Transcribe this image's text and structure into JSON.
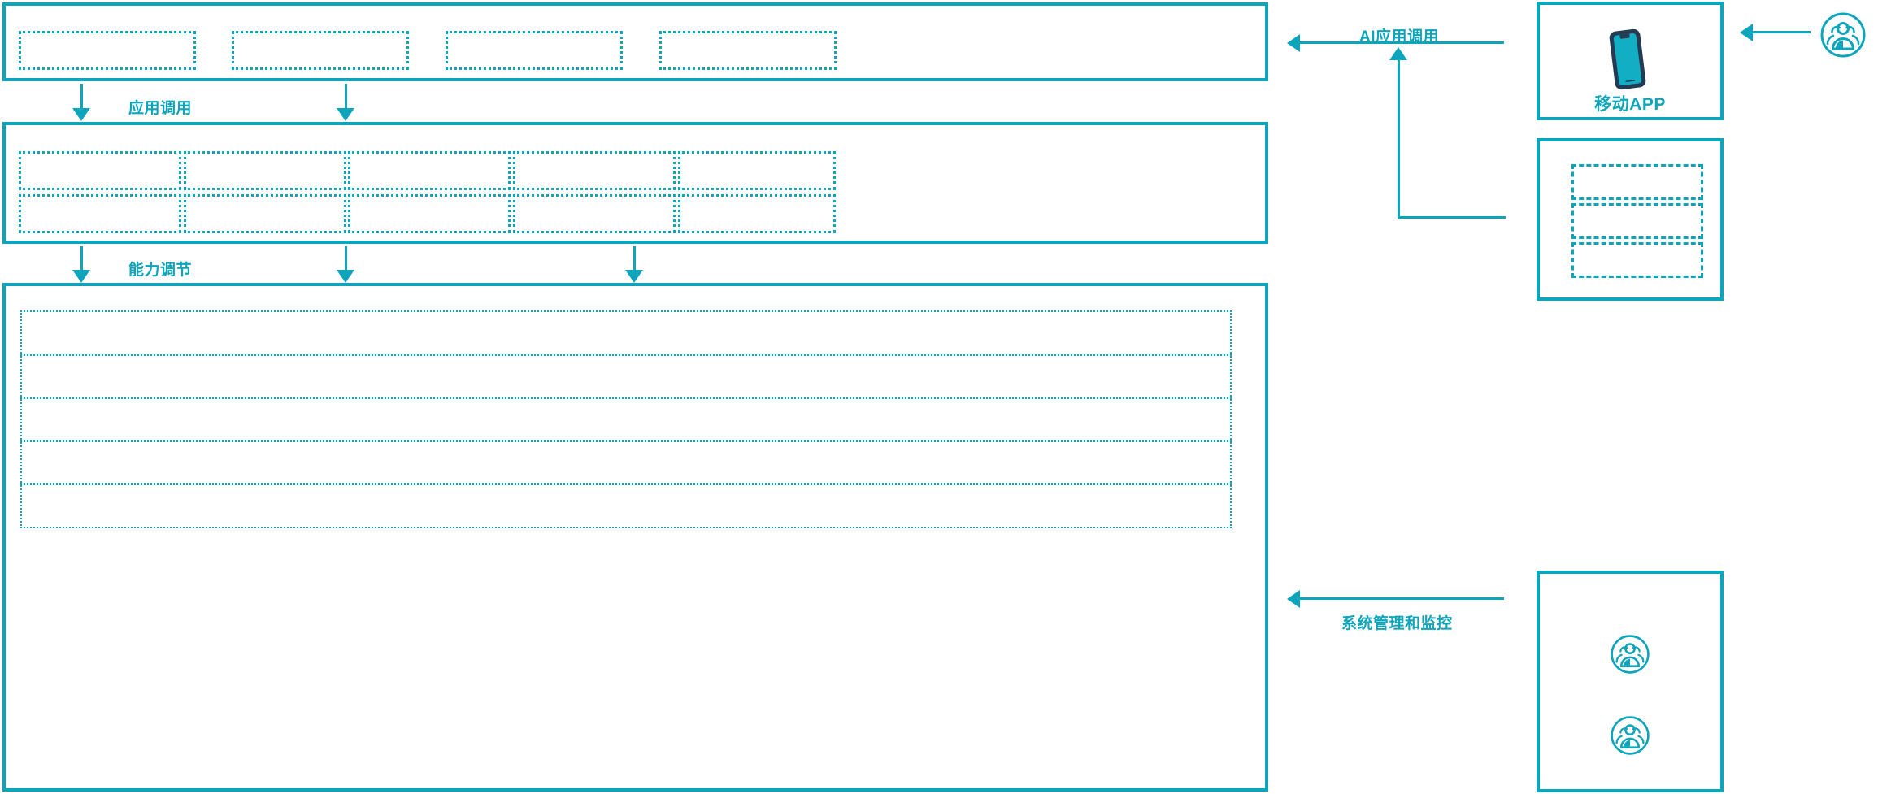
{
  "meta": {
    "title": "AI 能力平台架构图",
    "accent_color": "#0DA5BC",
    "phone_frame_color": "#243B53",
    "background": "#ffffff"
  },
  "labels": {
    "app_call": "应用调用",
    "capability_adjust": "能力调节",
    "ai_app_call": "AI应用调用",
    "system_mgmt_monitor": "系统管理和监控"
  },
  "panels": {
    "application_layer": {
      "name": "application-layer-panel",
      "slots": [
        "",
        "",
        "",
        ""
      ]
    },
    "capability_layer": {
      "name": "capability-layer-panel",
      "columns": 5,
      "rows": 2,
      "slots": [
        "",
        "",
        "",
        "",
        "",
        "",
        "",
        "",
        "",
        ""
      ]
    },
    "infrastructure_layer": {
      "name": "infrastructure-layer-panel",
      "rows": [
        "",
        "",
        "",
        "",
        ""
      ]
    }
  },
  "right_column": {
    "mobile_app_card": {
      "name": "mobile-app-card",
      "caption": "移动APP",
      "icon": "smartphone-icon"
    },
    "channel_card": {
      "name": "channel-card",
      "slots": [
        "",
        "",
        ""
      ]
    },
    "operations_card": {
      "name": "operations-card",
      "icons": [
        "user-group-icon",
        "user-group-icon"
      ]
    }
  },
  "actors": {
    "external_user": {
      "name": "external-user-icon",
      "icon": "user-group-icon"
    }
  },
  "connectors": [
    {
      "name": "app-call-arrow-1",
      "direction": "down",
      "label_ref": "app_call"
    },
    {
      "name": "app-call-arrow-2",
      "direction": "down",
      "label_ref": ""
    },
    {
      "name": "capability-arrow-1",
      "direction": "down",
      "label_ref": "capability_adjust"
    },
    {
      "name": "capability-arrow-2",
      "direction": "down",
      "label_ref": ""
    },
    {
      "name": "capability-arrow-3",
      "direction": "down",
      "label_ref": ""
    },
    {
      "name": "ai-app-call-arrow",
      "direction": "left",
      "label_ref": "ai_app_call"
    },
    {
      "name": "ai-app-return-arrow",
      "direction": "up",
      "label_ref": ""
    },
    {
      "name": "user-to-mobile-arrow",
      "direction": "left",
      "label_ref": ""
    },
    {
      "name": "system-mgmt-arrow",
      "direction": "left",
      "label_ref": "system_mgmt_monitor"
    }
  ]
}
